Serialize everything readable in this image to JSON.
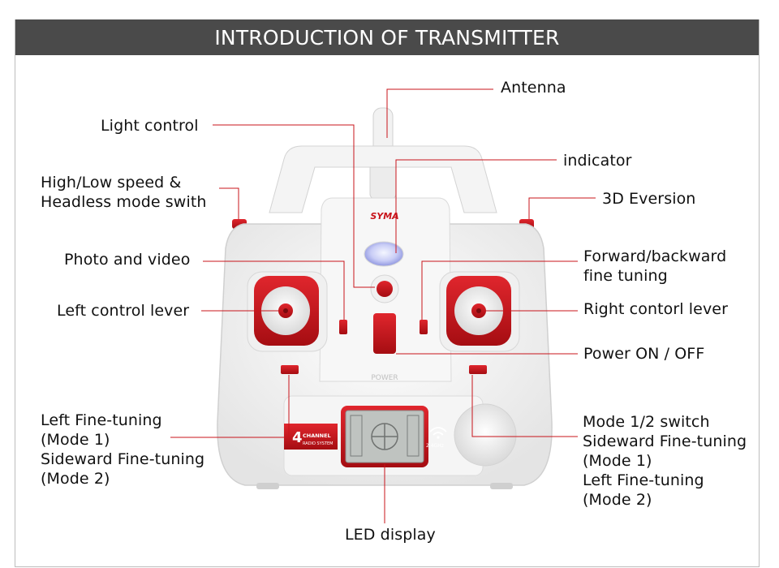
{
  "title": "INTRODUCTION OF TRANSMITTER",
  "labels": {
    "antenna": "Antenna",
    "light_control": "Light control",
    "indicator": "indicator",
    "speed_line1": "High/Low speed &",
    "speed_line2": "Headless mode swith",
    "eversion_3d": "3D Eversion",
    "photo_video": "Photo and video",
    "fb_line1": "Forward/backward",
    "fb_line2": "fine tuning",
    "left_lever": "Left control lever",
    "right_lever": "Right contorl lever",
    "power": "Power ON / OFF",
    "left_fine": [
      "Left Fine-tuning",
      "(Mode 1)",
      "Sideward Fine-tuning",
      "(Mode 2)"
    ],
    "mode_switch": [
      "Mode 1/2 switch",
      "Sideward Fine-tuning",
      "(Mode 1)",
      "Left Fine-tuning",
      "(Mode 2)"
    ],
    "led_display": "LED display"
  },
  "device": {
    "brand": "SYMA",
    "channel_number": "4",
    "channel_word": "CHANNEL",
    "radio_system": "RADIO SYSTEM",
    "frequency": "2.4GHz",
    "power_mark": "POWER"
  },
  "colors": {
    "banner": "#4a4a4a",
    "accent_red": "#c8141b",
    "leader_line": "#c8141b",
    "body": "#f3f3f3"
  }
}
